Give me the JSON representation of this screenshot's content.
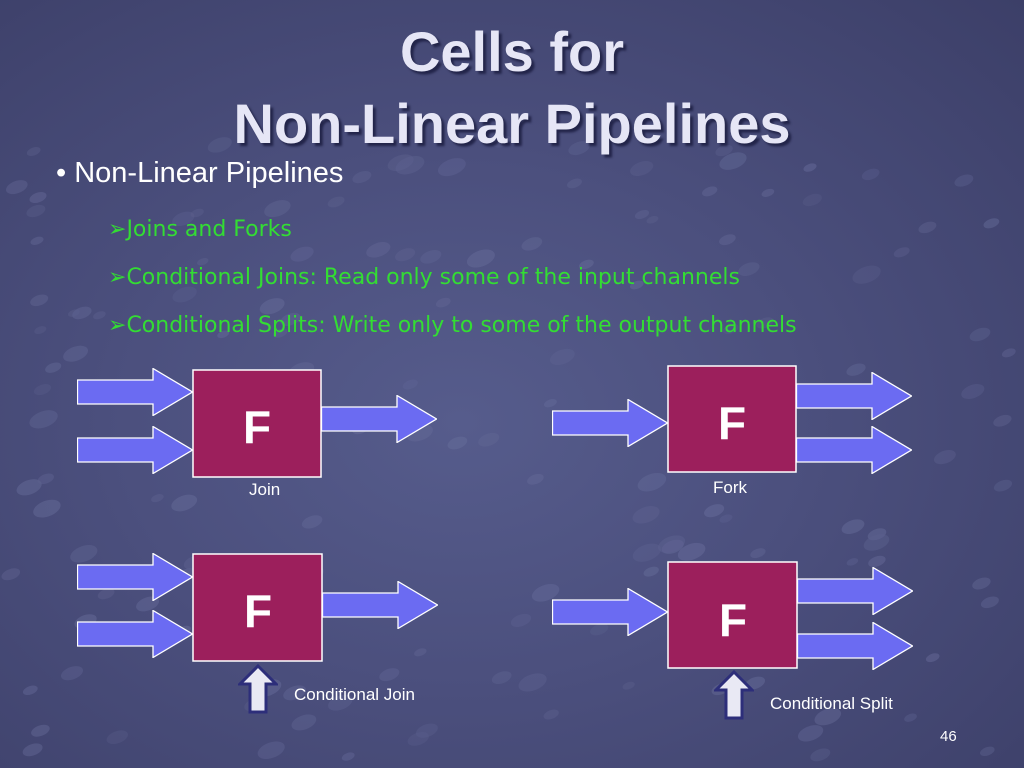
{
  "slide": {
    "title_line1": "Cells for",
    "title_line2": "Non-Linear Pipelines",
    "bullet": "• Non-Linear Pipelines",
    "sub_marker": "➢",
    "sub_items": [
      "Joins and Forks",
      "Conditional Joins: Read only some of the input channels",
      "Conditional Splits: Write only to some of the output channels"
    ],
    "page_number": "46"
  },
  "diagrams": {
    "cell_letter": "F",
    "join_caption": "Join",
    "fork_caption": "Fork",
    "conditional_join_caption": "Conditional Join",
    "conditional_split_caption": "Conditional Split"
  },
  "colors": {
    "background": "#4b4f7d",
    "title_text": "#e6e6f6",
    "sub_bullet_text": "#33dd33",
    "cell_fill": "#9c1f5c",
    "arrow_fill": "#6b6bf2",
    "control_arrow_fill": "#e9e9f4",
    "control_arrow_stroke": "#2d2e7a"
  }
}
